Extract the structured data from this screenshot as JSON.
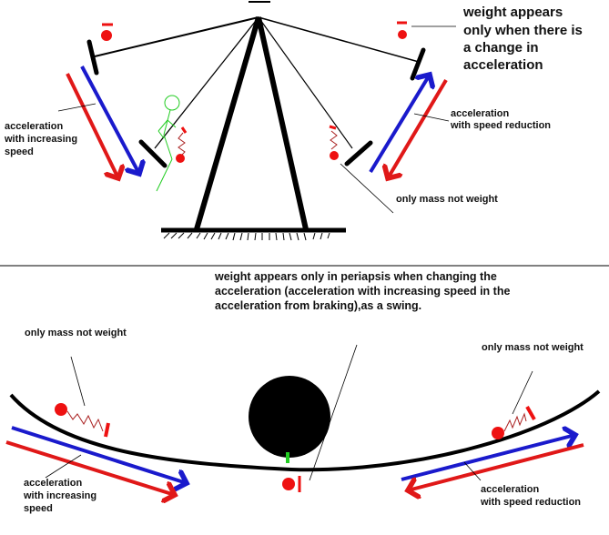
{
  "colors": {
    "structure": "#000000",
    "mass": "#ee1111",
    "arrow_blue": "#1a1acc",
    "arrow_red": "#e01818",
    "stick_figure": "#22cc22",
    "contact": "#22cc22"
  },
  "swing_panel": {
    "title_note": [
      "weight appears",
      "only when there is",
      "a change in",
      "acceleration"
    ],
    "left_label": [
      "acceleration",
      "with increasing",
      "speed"
    ],
    "right_label": [
      "acceleration",
      "with speed reduction"
    ],
    "mass_note": "only mass not weight"
  },
  "orbit_panel": {
    "header": [
      "weight appears only in periapsis when changing the",
      "acceleration (acceleration with increasing speed in the",
      "acceleration from braking),as a swing."
    ],
    "left_mass_note": "only mass not weight",
    "right_mass_note": "only mass not weight",
    "left_label": [
      "acceleration",
      "with increasing",
      "speed"
    ],
    "right_label": [
      "acceleration",
      "with speed reduction"
    ]
  }
}
